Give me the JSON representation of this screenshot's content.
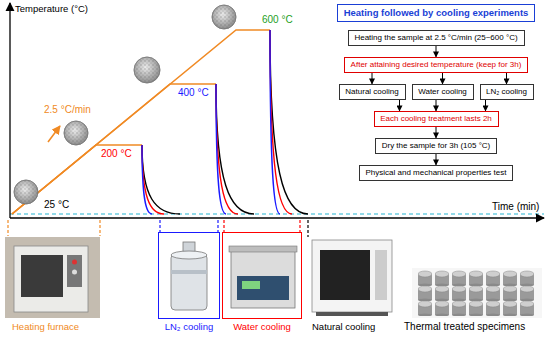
{
  "diagram": {
    "nodes": [
      {
        "text": [
          "Heating followed by cooling experiments"
        ]
      },
      {
        "text": [
          "Heating the sample at 2.5 °C/min (25~600 °C)"
        ]
      },
      {
        "text": [
          "After attaining desired temperature (keep for 3h)"
        ]
      },
      {
        "text": [
          "Natural cooling"
        ]
      },
      {
        "text": [
          "Water cooling"
        ]
      },
      {
        "text": [
          "LN₂ cooling"
        ]
      },
      {
        "text": [
          "Each cooling treatment lasts 2h"
        ]
      },
      {
        "text": [
          "Dry the sample for 3h (105 °C)"
        ]
      },
      {
        "text": [
          "Physical and mechanical properties test"
        ]
      },
      {
        "text": [
          "LN₂ cooling"
        ]
      },
      {
        "text": [
          "Water cooling"
        ]
      }
    ],
    "edges": [
      {
        "from": 1,
        "to": 2,
        "arrow": "to"
      },
      {
        "from": 2,
        "to": 3,
        "arrow": "to"
      },
      {
        "from": 2,
        "to": 4,
        "arrow": "to"
      },
      {
        "from": 2,
        "to": 5,
        "arrow": "to"
      },
      {
        "from": 3,
        "to": 6,
        "arrow": "to"
      },
      {
        "from": 4,
        "to": 6,
        "arrow": "to"
      },
      {
        "from": 5,
        "to": 6,
        "arrow": "to"
      },
      {
        "from": 6,
        "to": 7,
        "arrow": "to"
      },
      {
        "from": 7,
        "to": 8,
        "arrow": "to"
      }
    ],
    "labels": [
      "Temperature (°C)",
      "600 °C",
      "400 °C",
      "200 °C",
      "25 °C",
      "2.5 °C/min",
      "Time (min)",
      "Heating furnace",
      "Natural cooling",
      "Thermal treated specimens"
    ]
  }
}
